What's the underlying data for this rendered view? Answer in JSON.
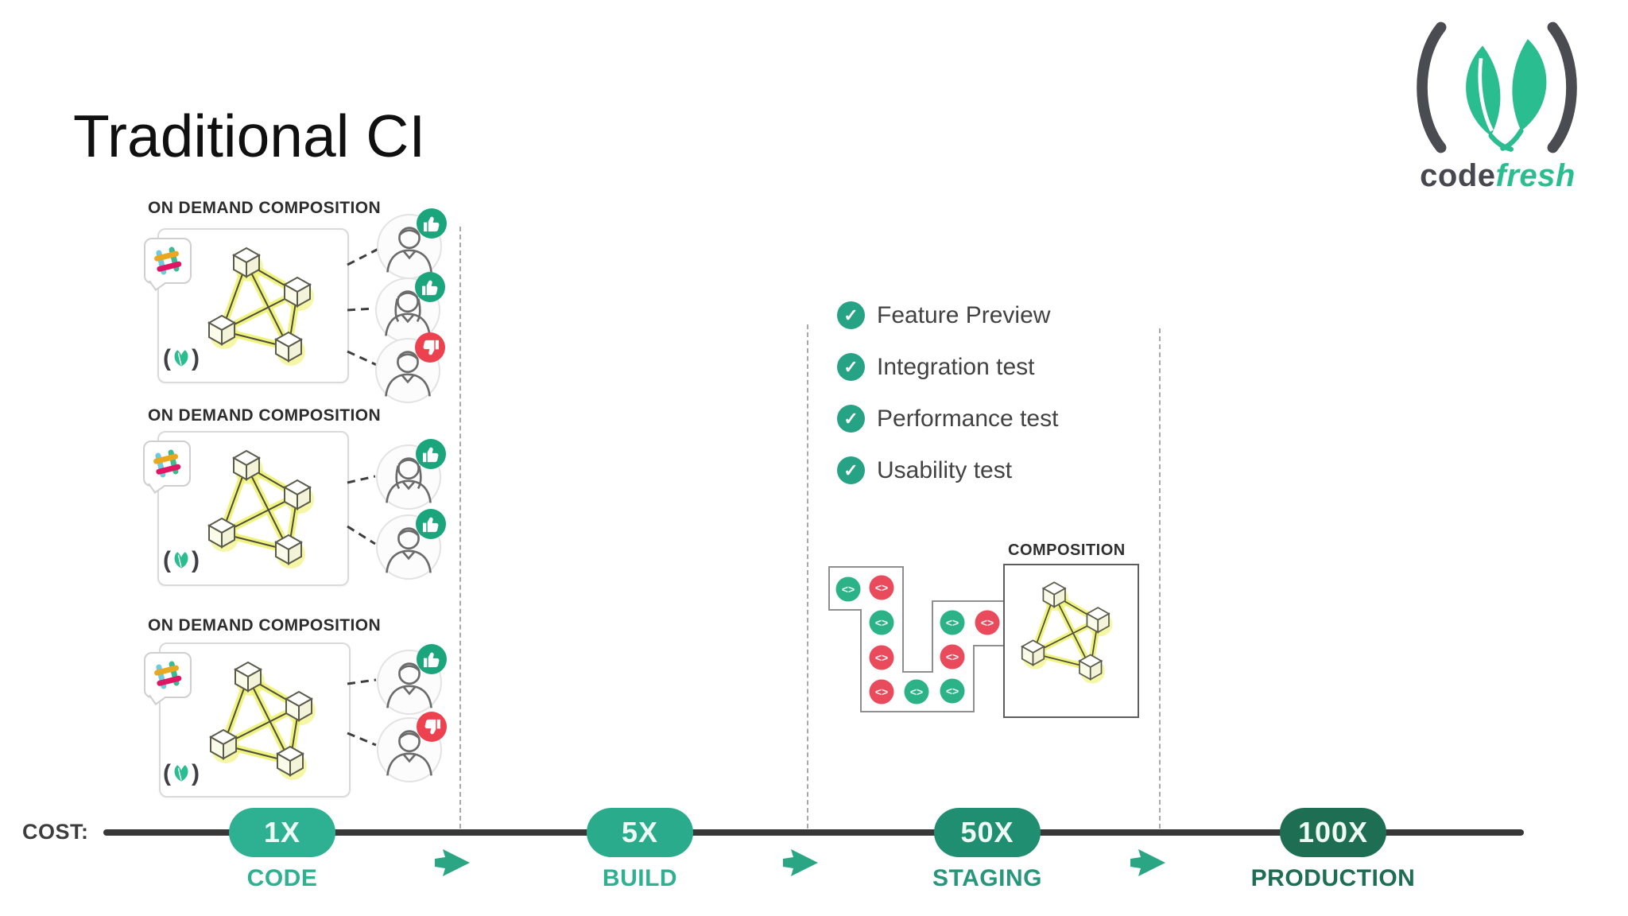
{
  "title": "Traditional CI",
  "logo": {
    "brand_bold": "code",
    "brand_accent": "fresh"
  },
  "left_blocks": [
    {
      "label": "ON DEMAND COMPOSITION",
      "avatars": [
        {
          "person": "man",
          "vote": "up"
        },
        {
          "person": "woman",
          "vote": "up"
        },
        {
          "person": "man",
          "vote": "down"
        }
      ]
    },
    {
      "label": "ON DEMAND COMPOSITION",
      "avatars": [
        {
          "person": "woman",
          "vote": "up"
        },
        {
          "person": "man",
          "vote": "up"
        }
      ]
    },
    {
      "label": "ON DEMAND COMPOSITION",
      "avatars": [
        {
          "person": "man",
          "vote": "up"
        },
        {
          "person": "man",
          "vote": "down"
        }
      ]
    }
  ],
  "checklist": {
    "items": [
      "Feature Preview",
      "Integration test",
      "Performance test",
      "Usability test"
    ]
  },
  "staging": {
    "composition_label": "COMPOSITION",
    "commits": [
      "green",
      "red",
      "green",
      "green",
      "red",
      "red",
      "red",
      "red",
      "green",
      "green"
    ]
  },
  "timeline": {
    "cost_label": "COST:",
    "stages": [
      {
        "multiplier": "1X",
        "name": "CODE",
        "pill_color": "#2eb192",
        "label_color": "#2fb191"
      },
      {
        "multiplier": "5X",
        "name": "BUILD",
        "pill_color": "#2aab8c",
        "label_color": "#2fb191"
      },
      {
        "multiplier": "50X",
        "name": "STAGING",
        "pill_color": "#1f8e71",
        "label_color": "#27967b"
      },
      {
        "multiplier": "100X",
        "name": "PRODUCTION",
        "pill_color": "#1d6e52",
        "label_color": "#1d6e52"
      }
    ]
  },
  "icons": {
    "slack": "slack-icon",
    "codefresh_leaf": "codefresh-leaf-icon",
    "thumb_up": "thumb-up-icon",
    "thumb_down": "thumb-down-icon",
    "check": "check-icon",
    "code_commit": "code-commit-icon",
    "stage_arrow": "stage-arrow-icon"
  },
  "colors": {
    "teal": "#2abd90",
    "badge_up": "#1aa57c",
    "badge_down": "#ee4150",
    "commit_green": "#2bb387",
    "commit_red": "#e94b5c",
    "check_badge": "#26a285",
    "arrow": "#2aa685",
    "timeline_bar": "#383838",
    "network_yellow": "#edf25f"
  }
}
